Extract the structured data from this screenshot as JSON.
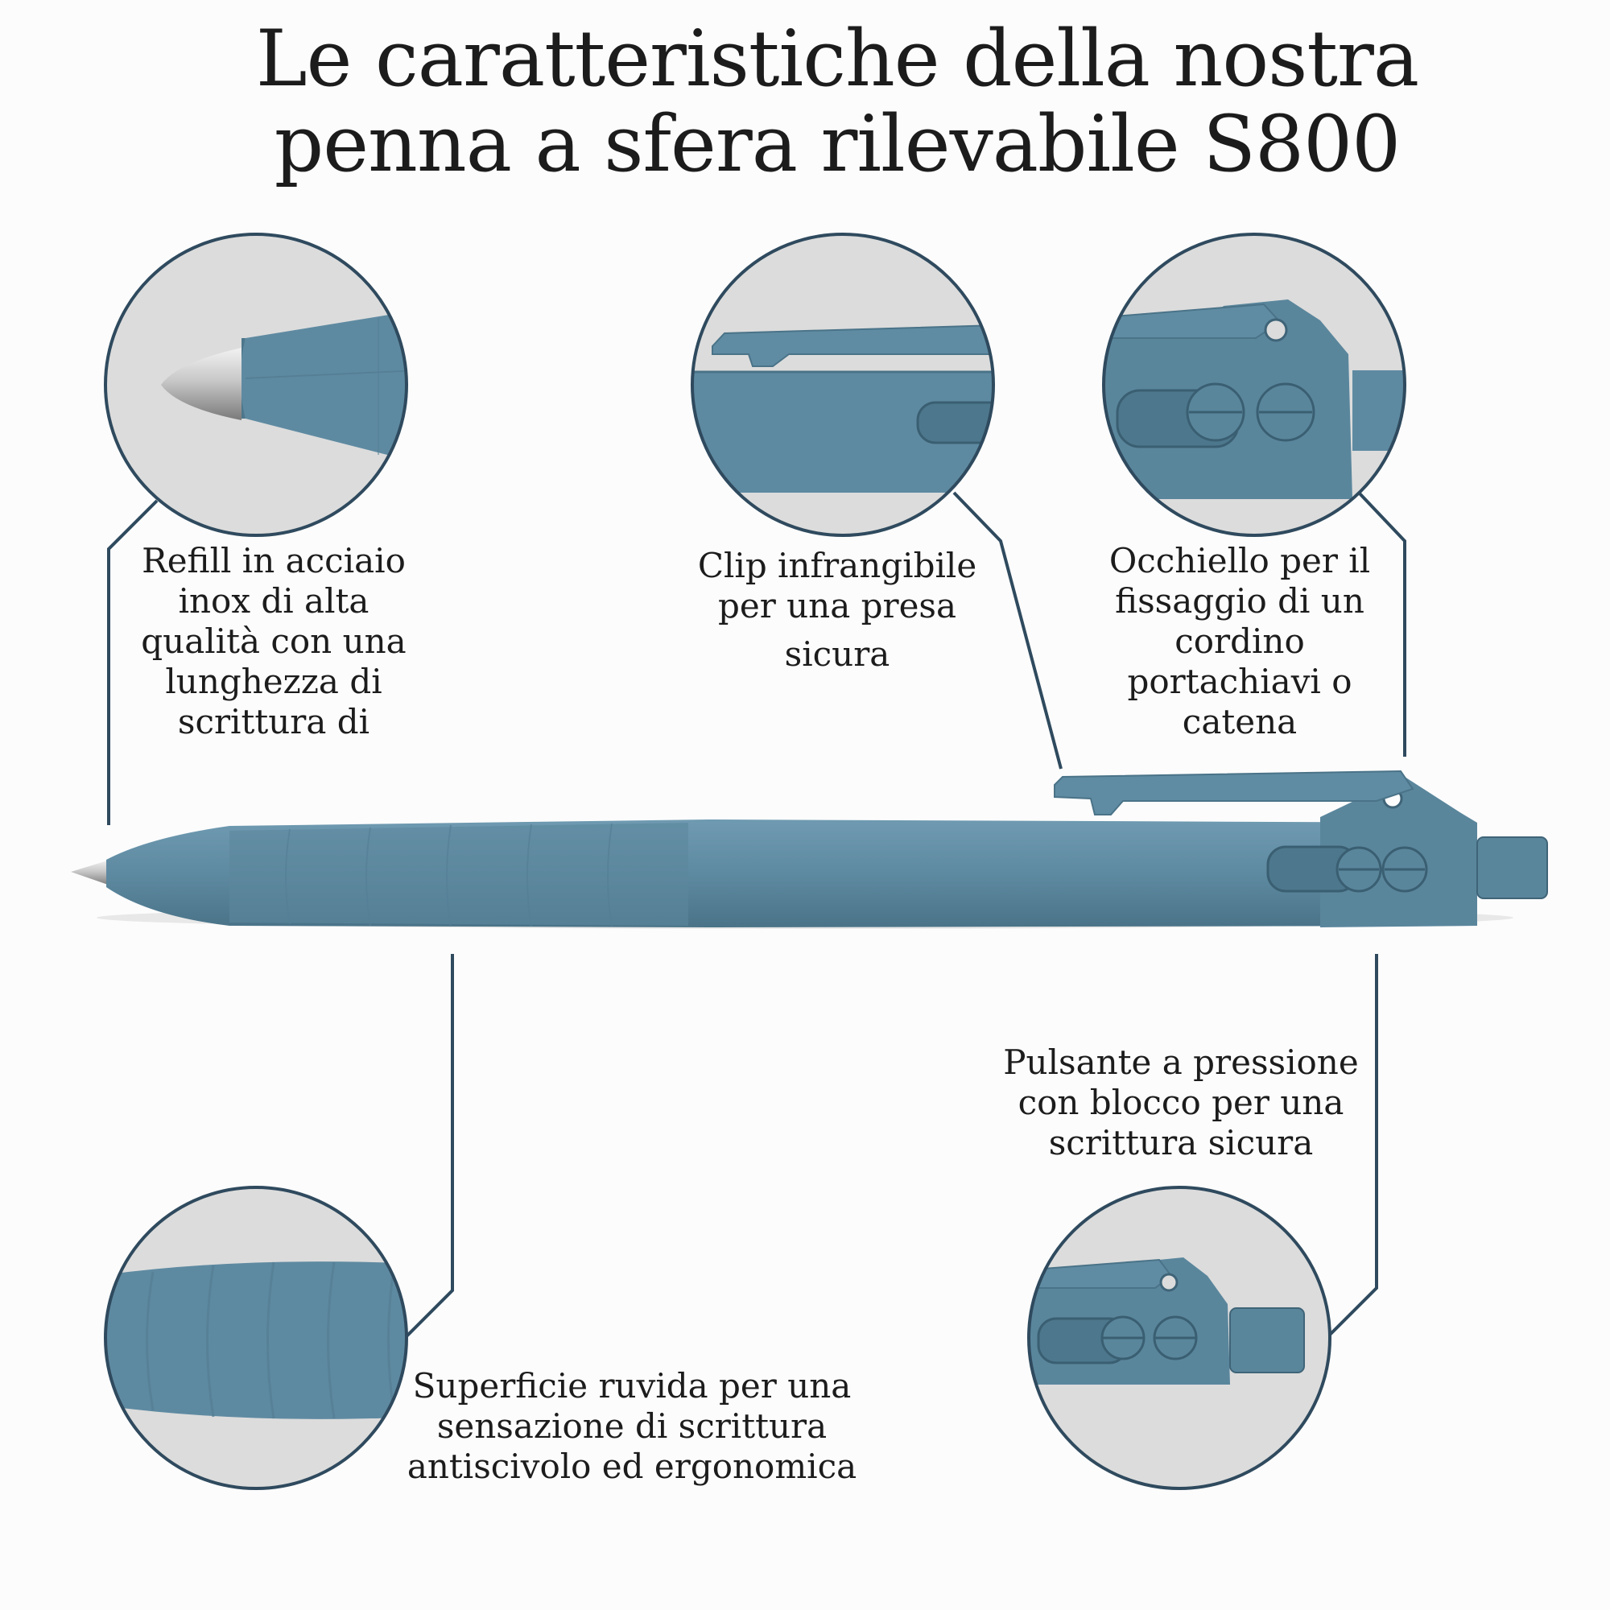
{
  "title": {
    "line1": "Le caratteristiche della nostra",
    "line2": "penna a sfera rilevabile S800"
  },
  "features": {
    "refill": {
      "lines": [
        "Refill in acciaio",
        "inox di alta",
        "qualità con una",
        "lunghezza di",
        "scrittura di"
      ]
    },
    "clip": {
      "lines": [
        "Clip infrangibile",
        "per una presa",
        "sicura"
      ]
    },
    "eyelet": {
      "lines": [
        "Occhiello per il",
        "fissaggio di un",
        "cordino",
        "portachiavi o",
        "catena"
      ]
    },
    "button": {
      "lines": [
        "Pulsante a pressione",
        "con blocco per una",
        "scrittura sicura"
      ]
    },
    "grip": {
      "lines": [
        "Superficie ruvida per una",
        "sensazione di scrittura",
        "antiscivolo ed ergonomica"
      ]
    }
  },
  "colors": {
    "pen": "#5e8aa1",
    "pen_dark": "#3f6478",
    "line": "#2f4a5e",
    "circle_bg": "#dcdcdc"
  }
}
